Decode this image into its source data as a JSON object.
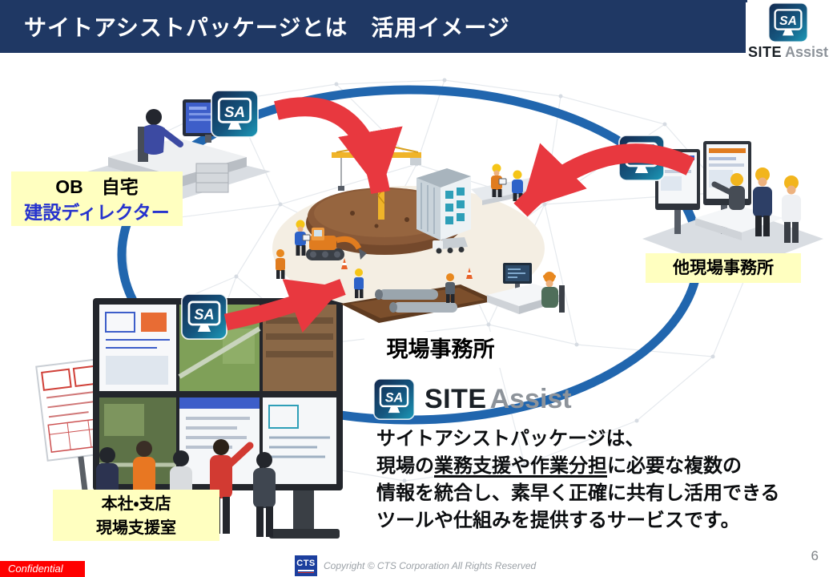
{
  "slide": {
    "title": "サイトアシストパッケージとは　活用イメージ",
    "page_number": "6"
  },
  "brand": {
    "icon_glyph": "SA",
    "site": "SITE",
    "assist": "Assist"
  },
  "labels": {
    "ob_home": {
      "line1": "OB　自宅",
      "line2": "建設ディレクター"
    },
    "other_site_office": {
      "text": "他現場事務所"
    },
    "hq_branch": {
      "line1": "本社・支店",
      "line2": "現場支援室"
    },
    "site_office": {
      "text": "現場事務所"
    }
  },
  "description": {
    "line1": "サイトアシストパッケージは、",
    "line2_pre": "現場の",
    "line2_underlined": "業務支援や作業分担",
    "line2_post": "に必要な複数の",
    "line3": "情報を統合し、素早く正確に共有し活用できる",
    "line4": "ツールや仕組みを提供するサービスです。"
  },
  "footer": {
    "confidential": "Confidential",
    "cts_logo": "CTS",
    "copyright": "Copyright © CTS Corporation All Rights Reserved"
  },
  "colors": {
    "header_bg": "#1F3864",
    "label_yellow": "#FFFFC0",
    "arrow_red": "#E8383F",
    "network_blue": "#2166AE",
    "director_text_blue": "#2633CE",
    "confidential_red": "#FF0000"
  }
}
